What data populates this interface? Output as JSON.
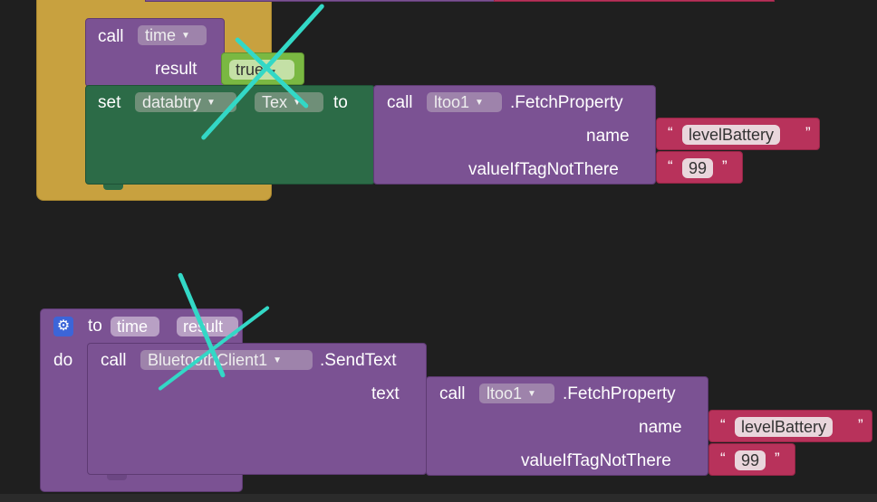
{
  "block1": {
    "call_label": "call",
    "call_proc": "time",
    "result_label": "result",
    "result_value": "true",
    "set_label": "set",
    "set_component": "databtry",
    "set_property": "Tex",
    "to_label": "to",
    "fetch": {
      "call_label": "call",
      "component": "ltoo1",
      "method": ".FetchProperty",
      "name_label": "name",
      "name_value": "levelBattery",
      "tag_label": "valueIfTagNotThere",
      "tag_value": "99"
    }
  },
  "block2": {
    "to_label": "to",
    "proc_name": "time",
    "param_name": "result",
    "do_label": "do",
    "call_label": "call",
    "component": "BluetoothClient1",
    "method": ".SendText",
    "text_label": "text",
    "fetch": {
      "call_label": "call",
      "component": "ltoo1",
      "method": ".FetchProperty",
      "name_label": "name",
      "name_value": "levelBattery",
      "tag_label": "valueIfTagNotThere",
      "tag_value": "99"
    }
  },
  "quote_open": "“",
  "quote_close": "”",
  "dropdown_arrow": "▼",
  "gear_icon": "⚙",
  "colors": {
    "procedure": "#7b5293",
    "set_block": "#2c6b47",
    "event_block": "#c8a13f",
    "text_block": "#b8325b",
    "logic_block": "#7ab842",
    "annotation": "#33d8c6"
  }
}
